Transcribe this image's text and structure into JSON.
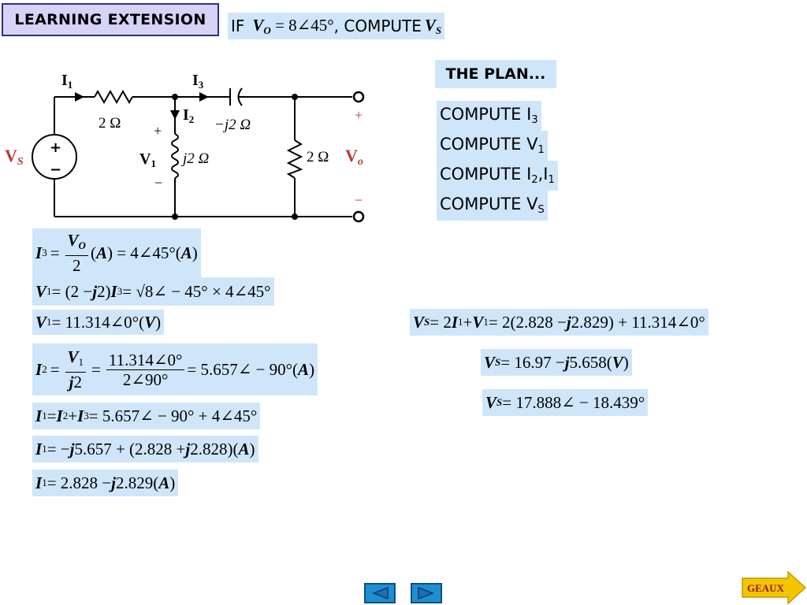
{
  "header": {
    "title": "LEARNING EXTENSION",
    "prompt_if": "IF",
    "prompt_given": "V",
    "prompt_given_sub": "O",
    "prompt_given_val": "= 8∠45°",
    "prompt_compute": ", COMPUTE",
    "prompt_target": "V",
    "prompt_target_sub": "S"
  },
  "circuit": {
    "label_I1": "I",
    "label_I1_sub": "1",
    "label_I3": "I",
    "label_I3_sub": "3",
    "label_I2": "I",
    "label_I2_sub": "2",
    "label_VS": "V",
    "label_VS_sub": "S",
    "label_V1": "V",
    "label_V1_sub": "1",
    "label_Vo": "V",
    "label_Vo_sub": "o",
    "r1": "2 Ω",
    "c1": "−j2 Ω",
    "l1": "j2 Ω",
    "r2": "2 Ω",
    "plus": "+",
    "minus": "−",
    "src_plus": "+",
    "src_minus": "−"
  },
  "plan": {
    "heading": "THE PLAN...",
    "step1": "COMPUTE  I",
    "step1_sub": "3",
    "step2": "COMPUTE V",
    "step2_sub": "1",
    "step3a": "COMPUTE I",
    "step3a_sub": "2",
    "step3b": ",I",
    "step3b_sub": "1",
    "step4": "COMPUTE V",
    "step4_sub": "S"
  },
  "equations": {
    "eq1_lhs": "I",
    "eq1_lhs_sub": "3",
    "eq1_eq": "=",
    "eq1_num": "V",
    "eq1_num_sub": "O",
    "eq1_den": "2",
    "eq1_rest1": "(",
    "eq1_A1": "A",
    "eq1_rest2": ") = 4∠45°(",
    "eq1_A2": "A",
    "eq1_rest3": ")",
    "eq2_lhs": "V",
    "eq2_lhs_sub": "1",
    "eq2_a": "= (2 − ",
    "eq2_j": "j",
    "eq2_b": "2)",
    "eq2_I": "I",
    "eq2_I_sub": "3",
    "eq2_c": " = √8∠ − 45° × 4∠45°",
    "eq3_lhs": "V",
    "eq3_lhs_sub": "1",
    "eq3_a": "= 11.314∠0°(",
    "eq3_V": "V",
    "eq3_b": ")",
    "eq4_lhs": "I",
    "eq4_lhs_sub": "2",
    "eq4_eq": "=",
    "eq4_num1": "V",
    "eq4_num1_sub": "1",
    "eq4_den1_j": "j",
    "eq4_den1": "2",
    "eq4_eq2": "=",
    "eq4_num2": "11.314∠0°",
    "eq4_den2": "2∠90°",
    "eq4_rest": "= 5.657∠ − 90°(",
    "eq4_A": "A",
    "eq4_end": ")",
    "eq5_I1": "I",
    "eq5_I1_sub": "1",
    "eq5_eq": " = ",
    "eq5_I2": "I",
    "eq5_I2_sub": "2",
    "eq5_plus": " + ",
    "eq5_I3": "I",
    "eq5_I3_sub": "3",
    "eq5_rest": " = 5.657∠ − 90° + 4∠45°",
    "eq6_I1": "I",
    "eq6_I1_sub": "1",
    "eq6_a": " = −",
    "eq6_j1": "j",
    "eq6_b": "5.657 + (2.828 + ",
    "eq6_j2": "j",
    "eq6_c": "2.828)(",
    "eq6_A": "A",
    "eq6_d": ")",
    "eq7_I1": "I",
    "eq7_I1_sub": "1",
    "eq7_a": " = 2.828 − ",
    "eq7_j": "j",
    "eq7_b": "2.829(",
    "eq7_A": "A",
    "eq7_c": ")",
    "eq8_V": "V",
    "eq8_V_sub": "S",
    "eq8_a": " = 2",
    "eq8_I": "I",
    "eq8_I_sub": "1",
    "eq8_plus": " + ",
    "eq8_V1": "V",
    "eq8_V1_sub": "1",
    "eq8_b": " = 2(2.828 − ",
    "eq8_j": "j",
    "eq8_c": "2.829) + 11.314∠0°",
    "eq9_V": "V",
    "eq9_V_sub": "S",
    "eq9_a": " = 16.97 − ",
    "eq9_j": "j",
    "eq9_b": "5.658(",
    "eq9_VV": "V",
    "eq9_c": ")",
    "eq10_V": "V",
    "eq10_V_sub": "S",
    "eq10_a": " = 17.888∠ − 18.439°"
  },
  "nav": {
    "geaux_label": "GEAUX"
  },
  "colors": {
    "highlight": "#cfe6fa",
    "title_bg": "#d6d3f6",
    "source_label": "#c0393b",
    "nav_button": "#1d8fd0"
  }
}
